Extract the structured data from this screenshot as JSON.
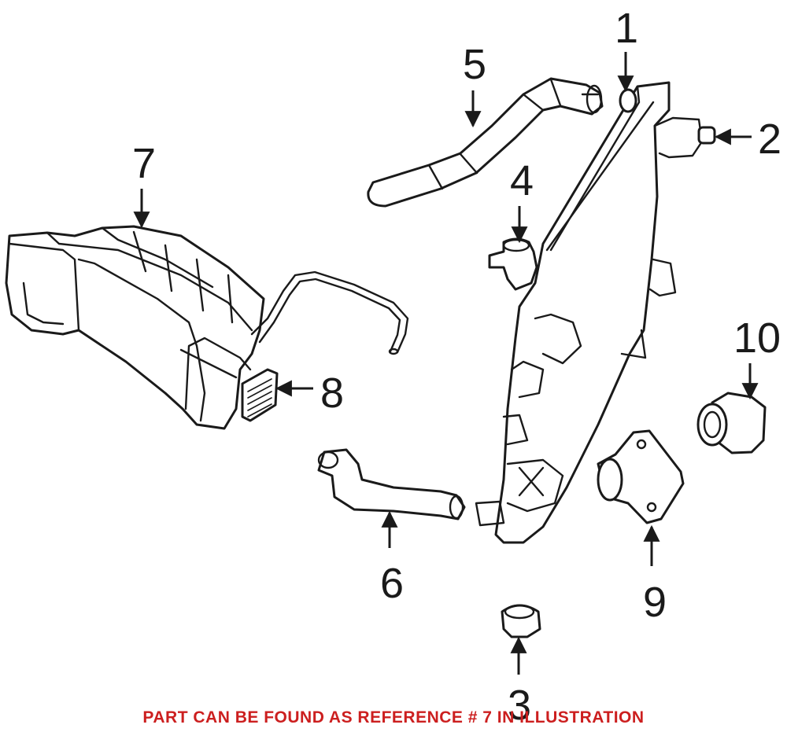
{
  "diagram": {
    "callouts": [
      {
        "number": "1"
      },
      {
        "number": "2"
      },
      {
        "number": "3"
      },
      {
        "number": "4"
      },
      {
        "number": "5"
      },
      {
        "number": "6"
      },
      {
        "number": "7"
      },
      {
        "number": "8"
      },
      {
        "number": "9"
      },
      {
        "number": "10"
      }
    ],
    "footnote": "PART CAN BE FOUND AS REFERENCE # 7 IN ILLUSTRATION",
    "footnote_color": "#cc1f1f",
    "line_color": "#1a1a1a"
  }
}
